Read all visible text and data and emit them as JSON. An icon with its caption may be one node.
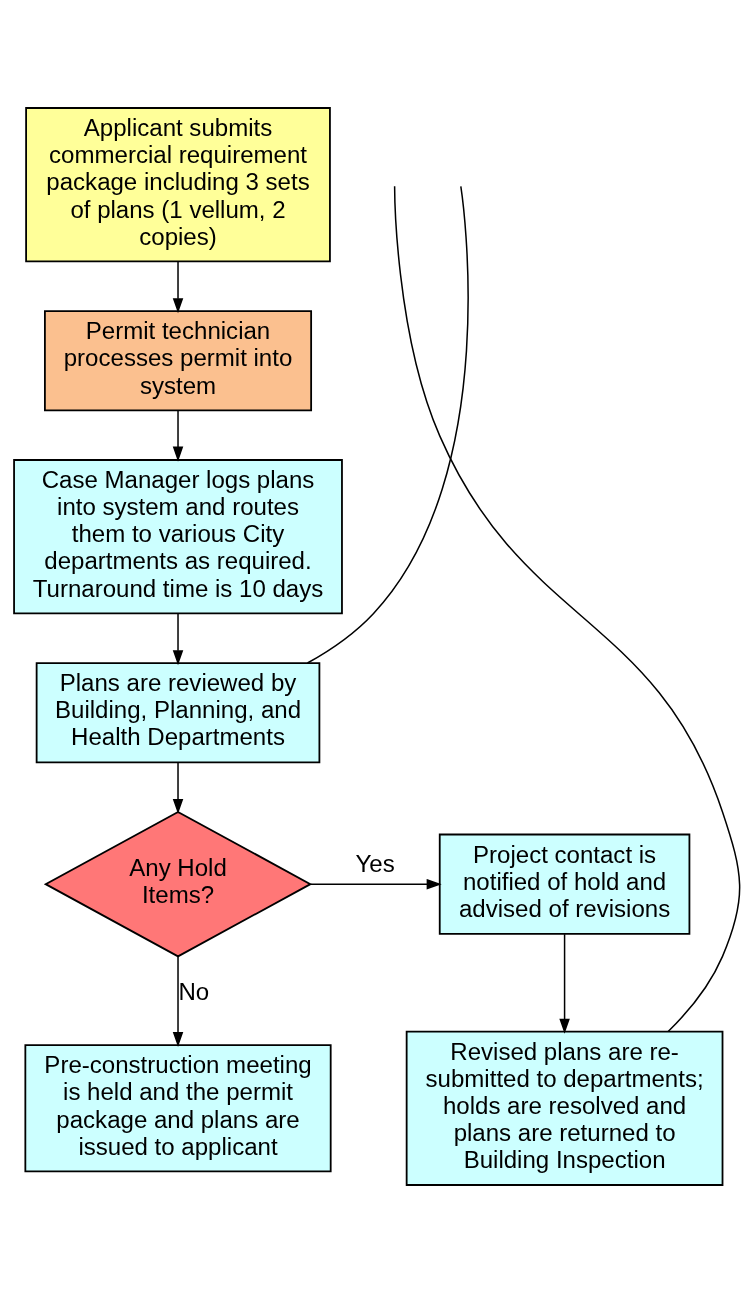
{
  "diagram": {
    "nodes": [
      {
        "text": [
          "Applicant submits commercial requirement package including 3 sets of plans (1 vellum, 2 copies)"
        ]
      },
      {
        "text": [
          "Permit technician processes permit into system"
        ]
      },
      {
        "text": [
          "Case Manager logs plans into system and routes them to various City departments as required. Turnaround time is 10 days"
        ]
      },
      {
        "text": [
          "Plans are reviewed by Building, Planning, and Health Departments"
        ]
      },
      {
        "text": [
          "Any Hold Items?"
        ]
      },
      {
        "text": [
          "Project contact is notified of hold and advised of revisions"
        ]
      },
      {
        "text": [
          "Revised plans are re-submitted to departments; holds are resolved and plans are returned to Building Inspection"
        ]
      },
      {
        "text": [
          "Pre-construction meeting is held and the permit package and plans are issued to applicant"
        ]
      }
    ],
    "edges": [
      {
        "from": 0,
        "to": 1,
        "arrow": "to"
      },
      {
        "from": 1,
        "to": 2,
        "arrow": "to"
      },
      {
        "from": 2,
        "to": 3,
        "arrow": "to"
      },
      {
        "from": 3,
        "to": 4,
        "arrow": "to"
      },
      {
        "from": 4,
        "to": 5,
        "arrow": "to",
        "label": "Yes"
      },
      {
        "from": 4,
        "to": 7,
        "arrow": "to",
        "label": "No"
      },
      {
        "from": 5,
        "to": 6,
        "arrow": "to"
      },
      {
        "from": 3,
        "to": null,
        "arrow": "none"
      },
      {
        "from": 6,
        "to": null,
        "arrow": "none"
      }
    ]
  }
}
